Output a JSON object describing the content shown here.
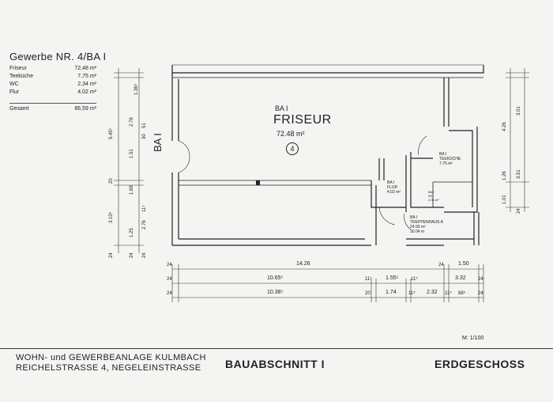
{
  "header": {
    "title": "Gewerbe NR. 4/BA I"
  },
  "legend": {
    "rows": [
      {
        "name": "Friseur",
        "value": "72,48 m²"
      },
      {
        "name": "Teeküche",
        "value": "7,75 m²"
      },
      {
        "name": "WC",
        "value": "2,34 m²"
      },
      {
        "name": "Flur",
        "value": "4,02 m²"
      }
    ],
    "total": {
      "name": "Gesamt",
      "value": "86,59 m²"
    }
  },
  "plan": {
    "side_label": "BA I",
    "main_room": {
      "section": "BA I",
      "name": "FRISEUR",
      "area": "72.48 m²",
      "unit_no": "4"
    },
    "teekueche": {
      "section": "BA I",
      "name": "TEEKÜCHE",
      "area": "7.75 m²"
    },
    "flur": {
      "section": "BA I",
      "name": "FLUR",
      "area": "4.02 m²"
    },
    "wc": {
      "section": "BA I",
      "name": "WC",
      "area": "2.34 m²"
    },
    "treppenhaus": {
      "section": "BA I",
      "name": "TREPPENHAUS A",
      "area": "24.90 m²",
      "perimeter": "30.04 m"
    }
  },
  "dimensions": {
    "row1": [
      "24",
      "14.26",
      "24",
      "1.50"
    ],
    "row2": [
      "24",
      "10.65⁵",
      "11⁵",
      "1.55⁵",
      "11⁵",
      "3.32",
      "24"
    ],
    "row3": [
      "24",
      "10.38⁵",
      "20",
      "1.74",
      "11⁵",
      "2.32",
      "11⁵",
      "88⁵",
      "24"
    ],
    "left_outer": [
      "5.45⁵",
      "20",
      "3.10⁵",
      "24"
    ],
    "left_inner": [
      "2.76",
      "1.51",
      "1.69",
      "1.25",
      "24"
    ],
    "left_inner2": [
      "1.36⁵",
      "51",
      "30",
      "11⁵",
      "2.76",
      "24"
    ],
    "right_outer": [
      "4.26",
      "3.01",
      "1.26",
      "3.51",
      "1.01",
      "24"
    ]
  },
  "footer": {
    "project_line1": "WOHN- und GEWERBEANLAGE KULMBACH",
    "project_line2": "REICHELSTRASSE 4, NEGELEINSTRASSE",
    "section": "BAUABSCHNITT I",
    "floor": "ERDGESCHOSS",
    "scale": "M: 1/100"
  }
}
